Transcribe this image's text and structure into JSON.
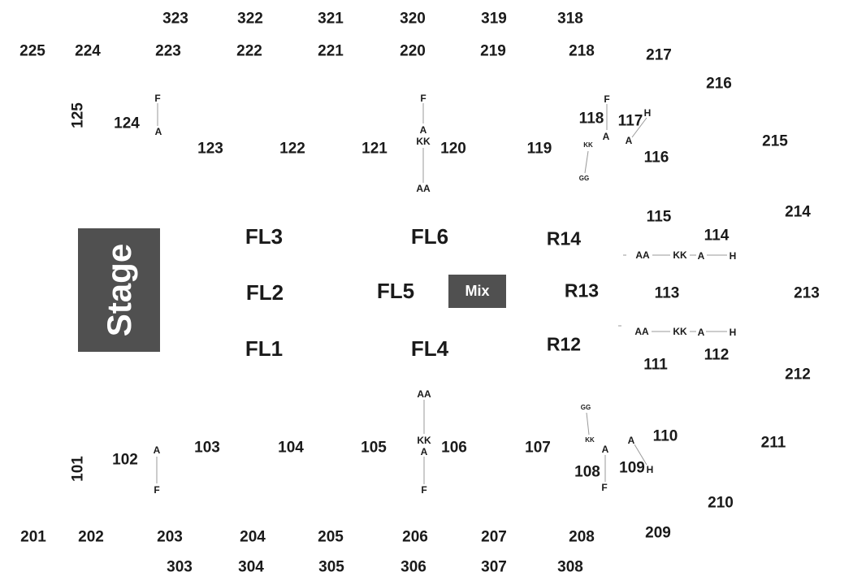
{
  "map_title": "",
  "colors": {
    "background": "#ffffff",
    "text": "#1a1a1a",
    "block": "#505050",
    "line": "#999999"
  },
  "stage": {
    "label": "Stage"
  },
  "mix": {
    "label": "Mix"
  },
  "floor_sections": [
    "FL1",
    "FL2",
    "FL3",
    "FL4",
    "FL5",
    "FL6"
  ],
  "riser_sections": [
    "R12",
    "R13",
    "R14"
  ],
  "sections_300": [
    "303",
    "304",
    "305",
    "306",
    "307",
    "308",
    "318",
    "319",
    "320",
    "321",
    "322",
    "323"
  ],
  "sections_200": [
    "201",
    "202",
    "203",
    "204",
    "205",
    "206",
    "207",
    "208",
    "209",
    "210",
    "211",
    "212",
    "213",
    "214",
    "215",
    "216",
    "217",
    "218",
    "219",
    "220",
    "221",
    "222",
    "223",
    "224",
    "225"
  ],
  "sections_100": [
    "101",
    "102",
    "103",
    "104",
    "105",
    "106",
    "107",
    "108",
    "109",
    "110",
    "111",
    "112",
    "113",
    "114",
    "115",
    "116",
    "117",
    "118",
    "119",
    "120",
    "121",
    "122",
    "123",
    "124",
    "125"
  ],
  "row_labels": {
    "s124": [
      "F",
      "A"
    ],
    "s120": [
      "F",
      "A",
      "KK",
      "AA"
    ],
    "s118": [
      "F",
      "A",
      "KK",
      "GG"
    ],
    "s117": [
      "H",
      "A"
    ],
    "s114": [
      "AA",
      "KK",
      "A",
      "H"
    ],
    "s112": [
      "AA",
      "KK",
      "A",
      "H"
    ],
    "s108": [
      "GG",
      "KK",
      "A",
      "F"
    ],
    "s109": [
      "A",
      "H"
    ],
    "s106": [
      "AA",
      "KK",
      "A",
      "F"
    ],
    "s102": [
      "A",
      "F"
    ]
  }
}
